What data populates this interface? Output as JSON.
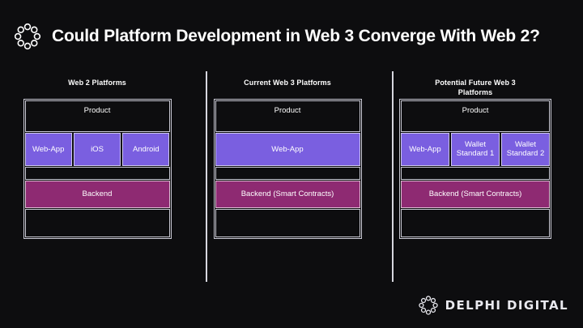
{
  "slide": {
    "title": "Could Platform Development in Web 3 Converge With Web 2?",
    "brand_icon": "delphi-chain-ring-icon",
    "background_color": "#0d0d0f"
  },
  "palette": {
    "purple": "#7a5fe0",
    "magenta": "#8e2a72",
    "border": "#c9c9d4",
    "text": "#ffffff"
  },
  "columns": [
    {
      "title_lines": [
        "Web 2 Platforms"
      ],
      "rows": [
        {
          "kind": "product",
          "cells": [
            {
              "label": "Product",
              "style": "plain"
            }
          ]
        },
        {
          "kind": "apps",
          "cells": [
            {
              "label": "Web-App",
              "style": "purple"
            },
            {
              "label": "iOS",
              "style": "purple"
            },
            {
              "label": "Android",
              "style": "purple"
            }
          ]
        },
        {
          "kind": "gap",
          "cells": [
            {
              "label": "",
              "style": "plain"
            }
          ]
        },
        {
          "kind": "backend",
          "cells": [
            {
              "label": "Backend",
              "style": "magenta"
            }
          ]
        },
        {
          "kind": "bottom",
          "cells": [
            {
              "label": "",
              "style": "plain"
            }
          ]
        }
      ]
    },
    {
      "title_lines": [
        "Current Web 3 Platforms"
      ],
      "rows": [
        {
          "kind": "product",
          "cells": [
            {
              "label": "Product",
              "style": "plain"
            }
          ]
        },
        {
          "kind": "apps",
          "cells": [
            {
              "label": "Web-App",
              "style": "purple"
            }
          ]
        },
        {
          "kind": "gap",
          "cells": [
            {
              "label": "",
              "style": "plain"
            }
          ]
        },
        {
          "kind": "backend",
          "cells": [
            {
              "label": "Backend  (Smart Contracts)",
              "style": "magenta"
            }
          ]
        },
        {
          "kind": "bottom",
          "cells": [
            {
              "label": "",
              "style": "plain"
            }
          ]
        }
      ]
    },
    {
      "title_lines": [
        "Potential Future Web 3",
        "Platforms"
      ],
      "rows": [
        {
          "kind": "product",
          "cells": [
            {
              "label": "Product",
              "style": "plain"
            }
          ]
        },
        {
          "kind": "apps",
          "cells": [
            {
              "label": "Web-App",
              "style": "purple"
            },
            {
              "label": "Wallet Standard 1",
              "style": "purple"
            },
            {
              "label": "Wallet Standard 2",
              "style": "purple"
            }
          ]
        },
        {
          "kind": "gap",
          "cells": [
            {
              "label": "",
              "style": "plain"
            }
          ]
        },
        {
          "kind": "backend",
          "cells": [
            {
              "label": "Backend  (Smart Contracts)",
              "style": "magenta"
            }
          ]
        },
        {
          "kind": "bottom",
          "cells": [
            {
              "label": "",
              "style": "plain"
            }
          ]
        }
      ]
    }
  ],
  "footer": {
    "icon": "delphi-chain-ring-icon",
    "wordmark": "DELPHI DIGITAL"
  }
}
